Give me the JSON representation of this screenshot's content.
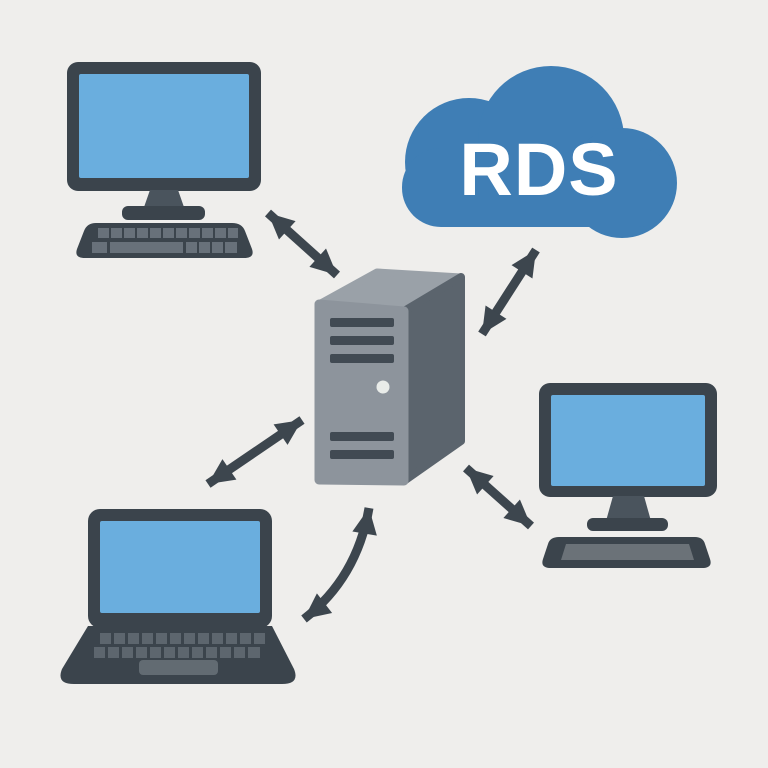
{
  "page": {
    "background": "#efeeec",
    "title": "RDS network diagram"
  },
  "palette": {
    "dark_slate": "#3b444c",
    "arrow": "#3d464e",
    "screen_blue": "#6aaede",
    "cloud_blue": "#3f7eb5",
    "server_front": "#8d949c",
    "server_side": "#5b646d",
    "server_top": "#9aa1a8",
    "vent_dark": "#414a53",
    "key_gray": "#68717a",
    "laptop_key_gray": "#5d666e",
    "trackpad_gray": "#626b72",
    "neck_gray": "#4a545d",
    "power_button": "#e9ece9",
    "label_text": "#ffffff"
  },
  "diagram": {
    "cloud": {
      "label": "RDS"
    },
    "nodes": [
      {
        "id": "desktop",
        "icon": "desktop-computer-icon",
        "position": "top-left"
      },
      {
        "id": "rds-cloud",
        "icon": "cloud-icon",
        "position": "top-right",
        "label": "RDS"
      },
      {
        "id": "server",
        "icon": "server-tower-icon",
        "position": "center"
      },
      {
        "id": "laptop",
        "icon": "laptop-icon",
        "position": "bottom-left"
      },
      {
        "id": "monitor",
        "icon": "monitor-workstation-icon",
        "position": "bottom-right"
      }
    ],
    "connections": [
      {
        "from": "desktop",
        "to": "server",
        "style": "straight",
        "bidirectional": true
      },
      {
        "from": "server",
        "to": "rds-cloud",
        "style": "straight",
        "bidirectional": true
      },
      {
        "from": "laptop",
        "to": "server",
        "style": "straight",
        "bidirectional": true
      },
      {
        "from": "server",
        "to": "laptop",
        "style": "curved",
        "bidirectional": true
      },
      {
        "from": "server",
        "to": "monitor",
        "style": "straight",
        "bidirectional": true
      }
    ]
  }
}
